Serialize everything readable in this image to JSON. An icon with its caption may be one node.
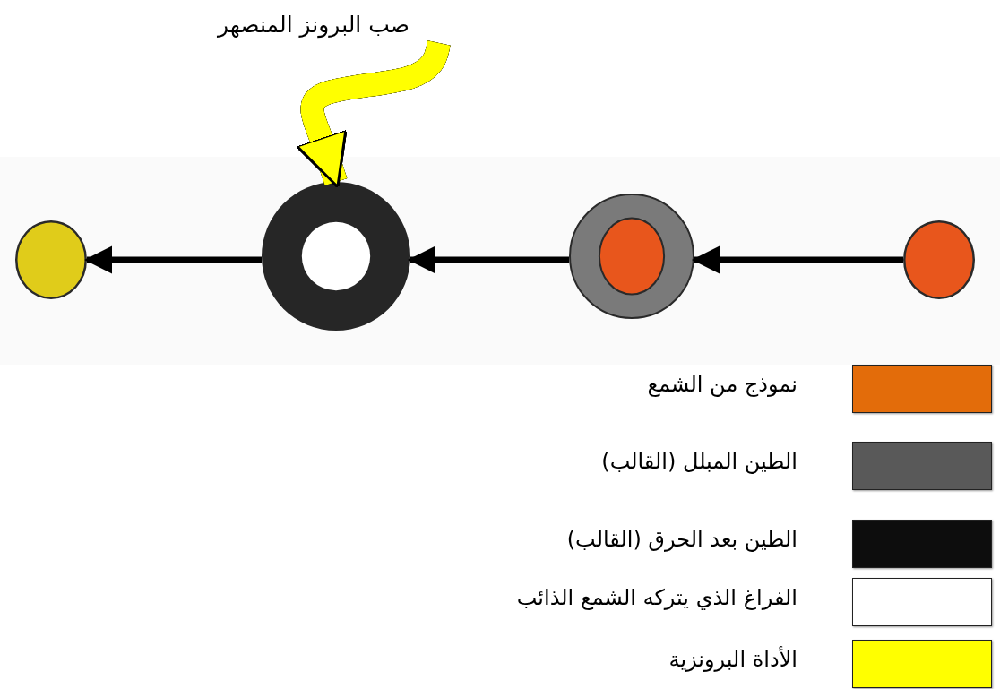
{
  "diagram": {
    "nodes": [
      {
        "text": [
          "صب البرونز المنصهر"
        ]
      },
      {
        "text": [],
        "shape": "circle"
      },
      {
        "text": [],
        "shape": "circle"
      },
      {
        "text": [],
        "shape": "circle"
      },
      {
        "text": [],
        "shape": "circle"
      }
    ],
    "edges": [
      {
        "from": 4,
        "to": 3,
        "arrow": "to"
      },
      {
        "from": 3,
        "to": 2,
        "arrow": "to"
      },
      {
        "from": 2,
        "to": 1,
        "arrow": "to"
      },
      {
        "from": 0,
        "to": 2,
        "arrow": "to",
        "style": "thick",
        "color": "#ffff00"
      }
    ],
    "legend": [
      {
        "text": "نموذج من الشمع",
        "color": "#e36c0a"
      },
      {
        "text": "الطين المبلل (القالب)",
        "color": "#595959"
      },
      {
        "text": "الطين بعد الحرق (القالب)",
        "color": "#0d0d0d"
      },
      {
        "text": "الفراغ الذي يتركه الشمع الذائب",
        "color": "#ffffff"
      },
      {
        "text": "الأداة البرونزية",
        "color": "#ffff00"
      }
    ]
  }
}
